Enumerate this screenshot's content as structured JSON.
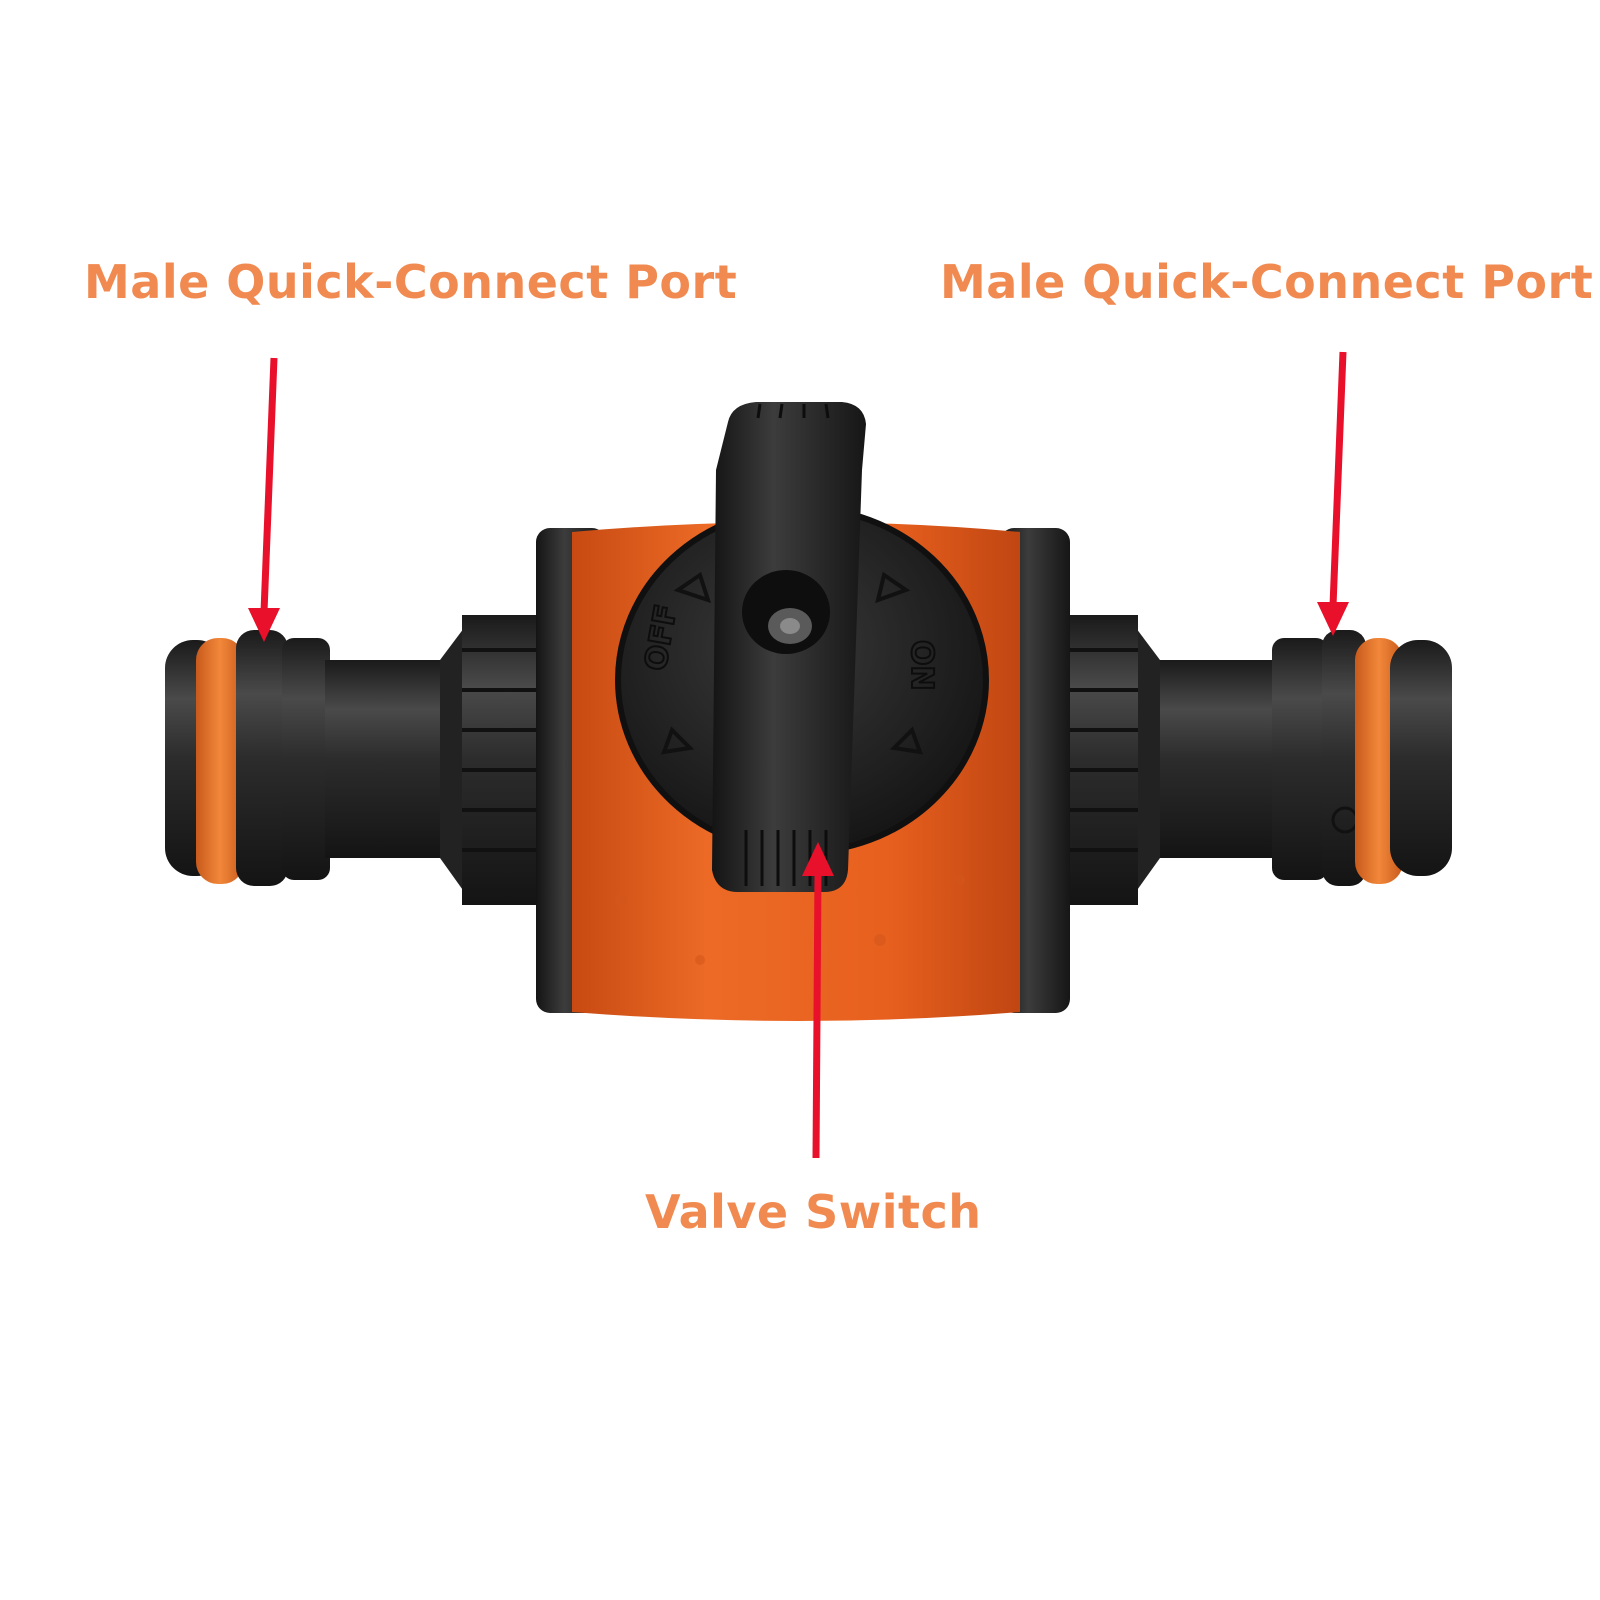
{
  "callouts": {
    "left_port": "Male Quick-Connect Port",
    "right_port": "Male Quick-Connect Port",
    "valve_switch": "Valve Switch"
  },
  "handle": {
    "off_label": "OFF",
    "on_label": "ON"
  },
  "colors": {
    "callout_text": "#f08a50",
    "arrow": "#e8102a",
    "body_orange": "#e8601e",
    "oring_orange": "#ee7a2e",
    "plastic_black": "#262626"
  }
}
